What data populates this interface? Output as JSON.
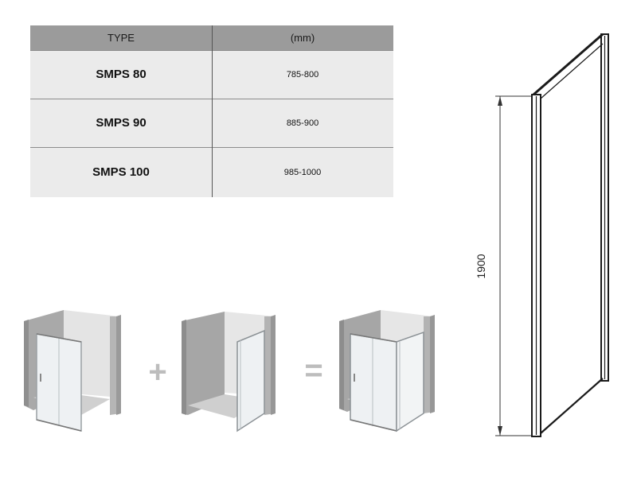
{
  "table": {
    "headers": {
      "type": "TYPE",
      "size": "(mm)"
    },
    "rows": [
      {
        "type": "SMPS 80",
        "size": "785-800"
      },
      {
        "type": "SMPS 90",
        "size": "885-900"
      },
      {
        "type": "SMPS 100",
        "size": "985-1000"
      }
    ]
  },
  "panel_drawing": {
    "height_label": "1900"
  },
  "combination": {
    "plus_symbol": "+",
    "equals_symbol": "="
  },
  "colors": {
    "table_header": "#9b9b9b",
    "table_body": "#ebebeb",
    "wall_gray": "#bdbdbd",
    "symbol_gray": "#bdbdbd"
  }
}
